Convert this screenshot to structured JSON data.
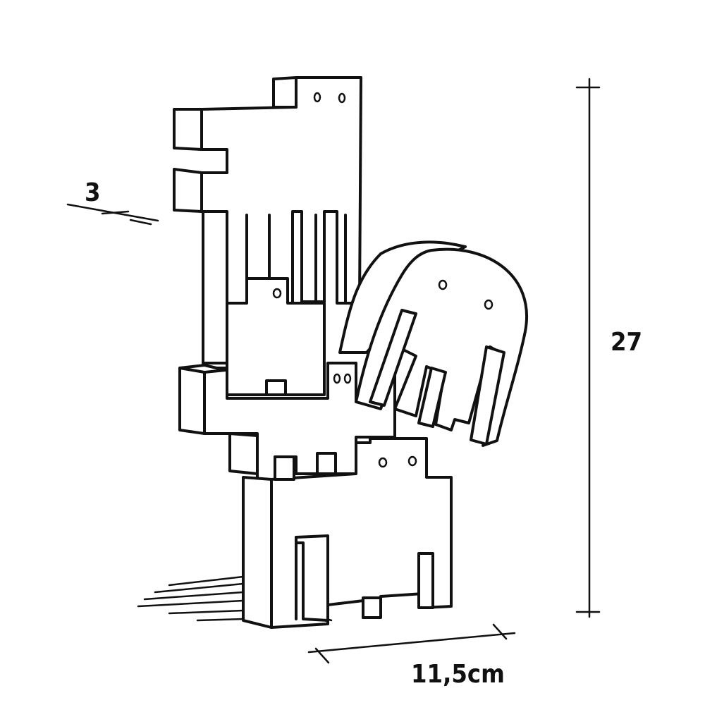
{
  "dimensions": {
    "depth_label": "3",
    "height_label": "27",
    "width_label": "11,5cm"
  },
  "colors": {
    "ink": "#111111",
    "paper": "#ffffff"
  }
}
